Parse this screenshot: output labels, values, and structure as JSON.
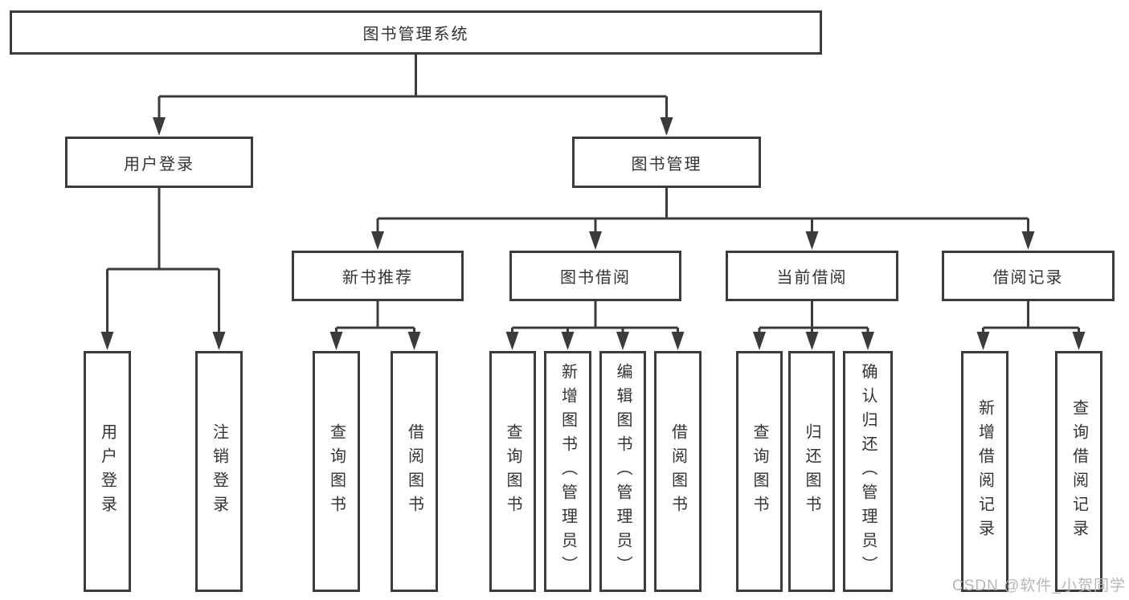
{
  "diagram": {
    "root": {
      "label": "图书管理系统",
      "children": [
        {
          "label": "用户登录",
          "children": [
            {
              "label": "用户登录"
            },
            {
              "label": "注销登录"
            }
          ]
        },
        {
          "label": "图书管理",
          "children": [
            {
              "label": "新书推荐",
              "children": [
                {
                  "label": "查询图书"
                },
                {
                  "label": "借阅图书"
                }
              ]
            },
            {
              "label": "图书借阅",
              "children": [
                {
                  "label": "查询图书"
                },
                {
                  "label": "新增图书（管理员）"
                },
                {
                  "label": "编辑图书（管理员）"
                },
                {
                  "label": "借阅图书"
                }
              ]
            },
            {
              "label": "当前借阅",
              "children": [
                {
                  "label": "查询图书"
                },
                {
                  "label": "归还图书"
                },
                {
                  "label": "确认归还（管理员）"
                }
              ]
            },
            {
              "label": "借阅记录",
              "children": [
                {
                  "label": "新增借阅记录"
                },
                {
                  "label": "查询借阅记录"
                }
              ]
            }
          ]
        }
      ]
    },
    "line_color": "#3b3b3b",
    "text_color": "#333333",
    "watermark_color": "#b4b4b4"
  },
  "watermark": "CSDN @软件_小贺同学"
}
